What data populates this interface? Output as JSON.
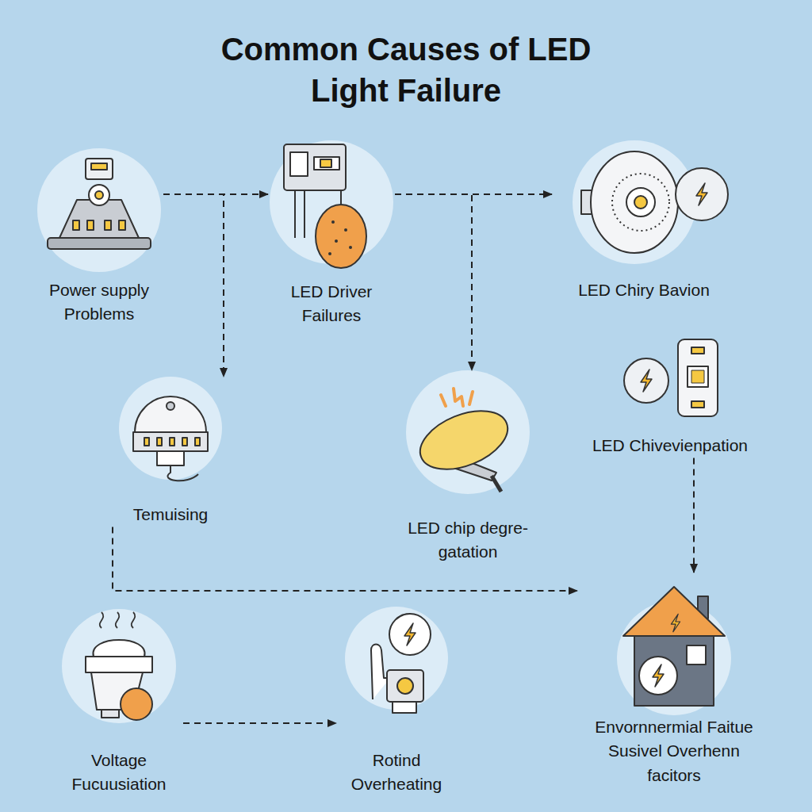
{
  "diagram": {
    "title": "Common Causes of LED Light Failure",
    "nodes": [
      {
        "text": [
          "Power supply Problems"
        ]
      },
      {
        "text": [
          "LED Driver Failures"
        ]
      },
      {
        "text": [
          "LED Chiry Bavion"
        ]
      },
      {
        "text": [
          "Temuising"
        ]
      },
      {
        "text": [
          "LED chip degre-gatation"
        ]
      },
      {
        "text": [
          "LED Chivevienpation"
        ]
      },
      {
        "text": [
          "Voltage Fucuusiation"
        ]
      },
      {
        "text": [
          "Rotind Overheating"
        ]
      },
      {
        "text": [
          "Envornnermial Faitue Susivel Overhenn facitors"
        ]
      }
    ],
    "edges": [
      {
        "from": 0,
        "to": 1,
        "arrow": "to"
      },
      {
        "from": 0,
        "to": 3,
        "arrow": "to"
      },
      {
        "from": 1,
        "to": 2,
        "arrow": "to"
      },
      {
        "from": 1,
        "to": 4,
        "arrow": "to"
      },
      {
        "from": 5,
        "to": 8,
        "arrow": "to"
      },
      {
        "from": 3,
        "to": 8,
        "arrow": "to"
      },
      {
        "from": 6,
        "to": 7,
        "arrow": "to"
      }
    ]
  }
}
